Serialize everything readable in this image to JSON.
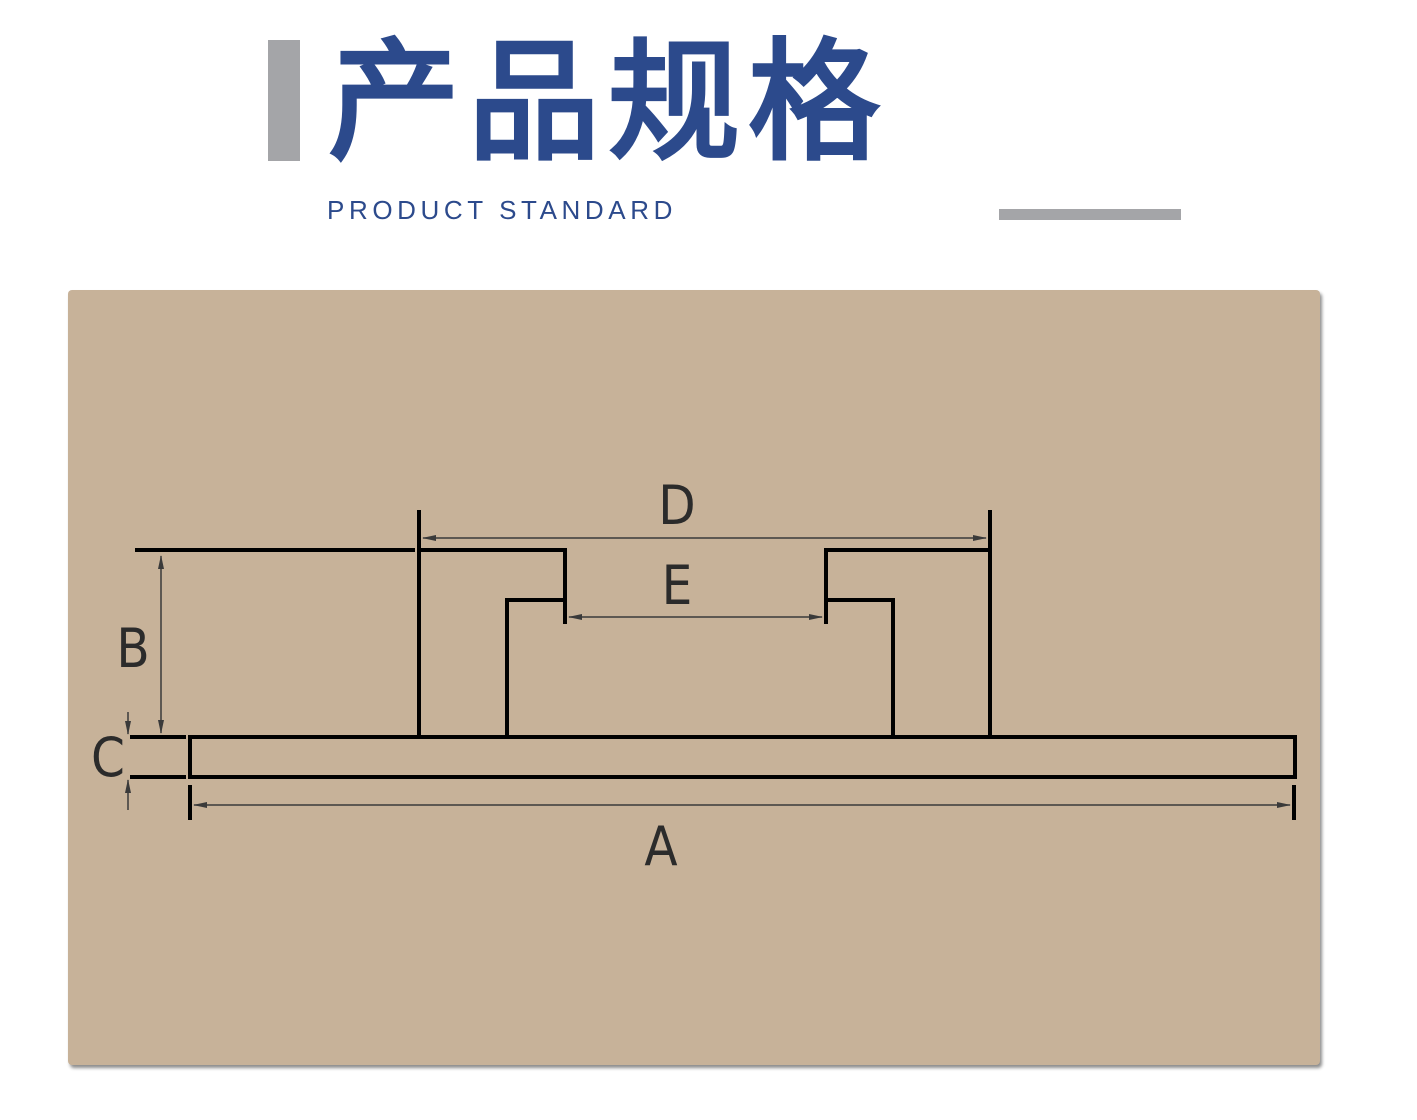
{
  "header": {
    "title": "产品规格",
    "subtitle": "PRODUCT STANDARD"
  },
  "diagram": {
    "labels": {
      "a": "A",
      "b": "B",
      "c": "C",
      "d": "D",
      "e": "E"
    }
  },
  "colors": {
    "title": "#2c4a8c",
    "accent_gray": "#a4a5a8",
    "panel_background": "#c7b299",
    "line": "#000000",
    "label_text": "#2b2b2b"
  }
}
